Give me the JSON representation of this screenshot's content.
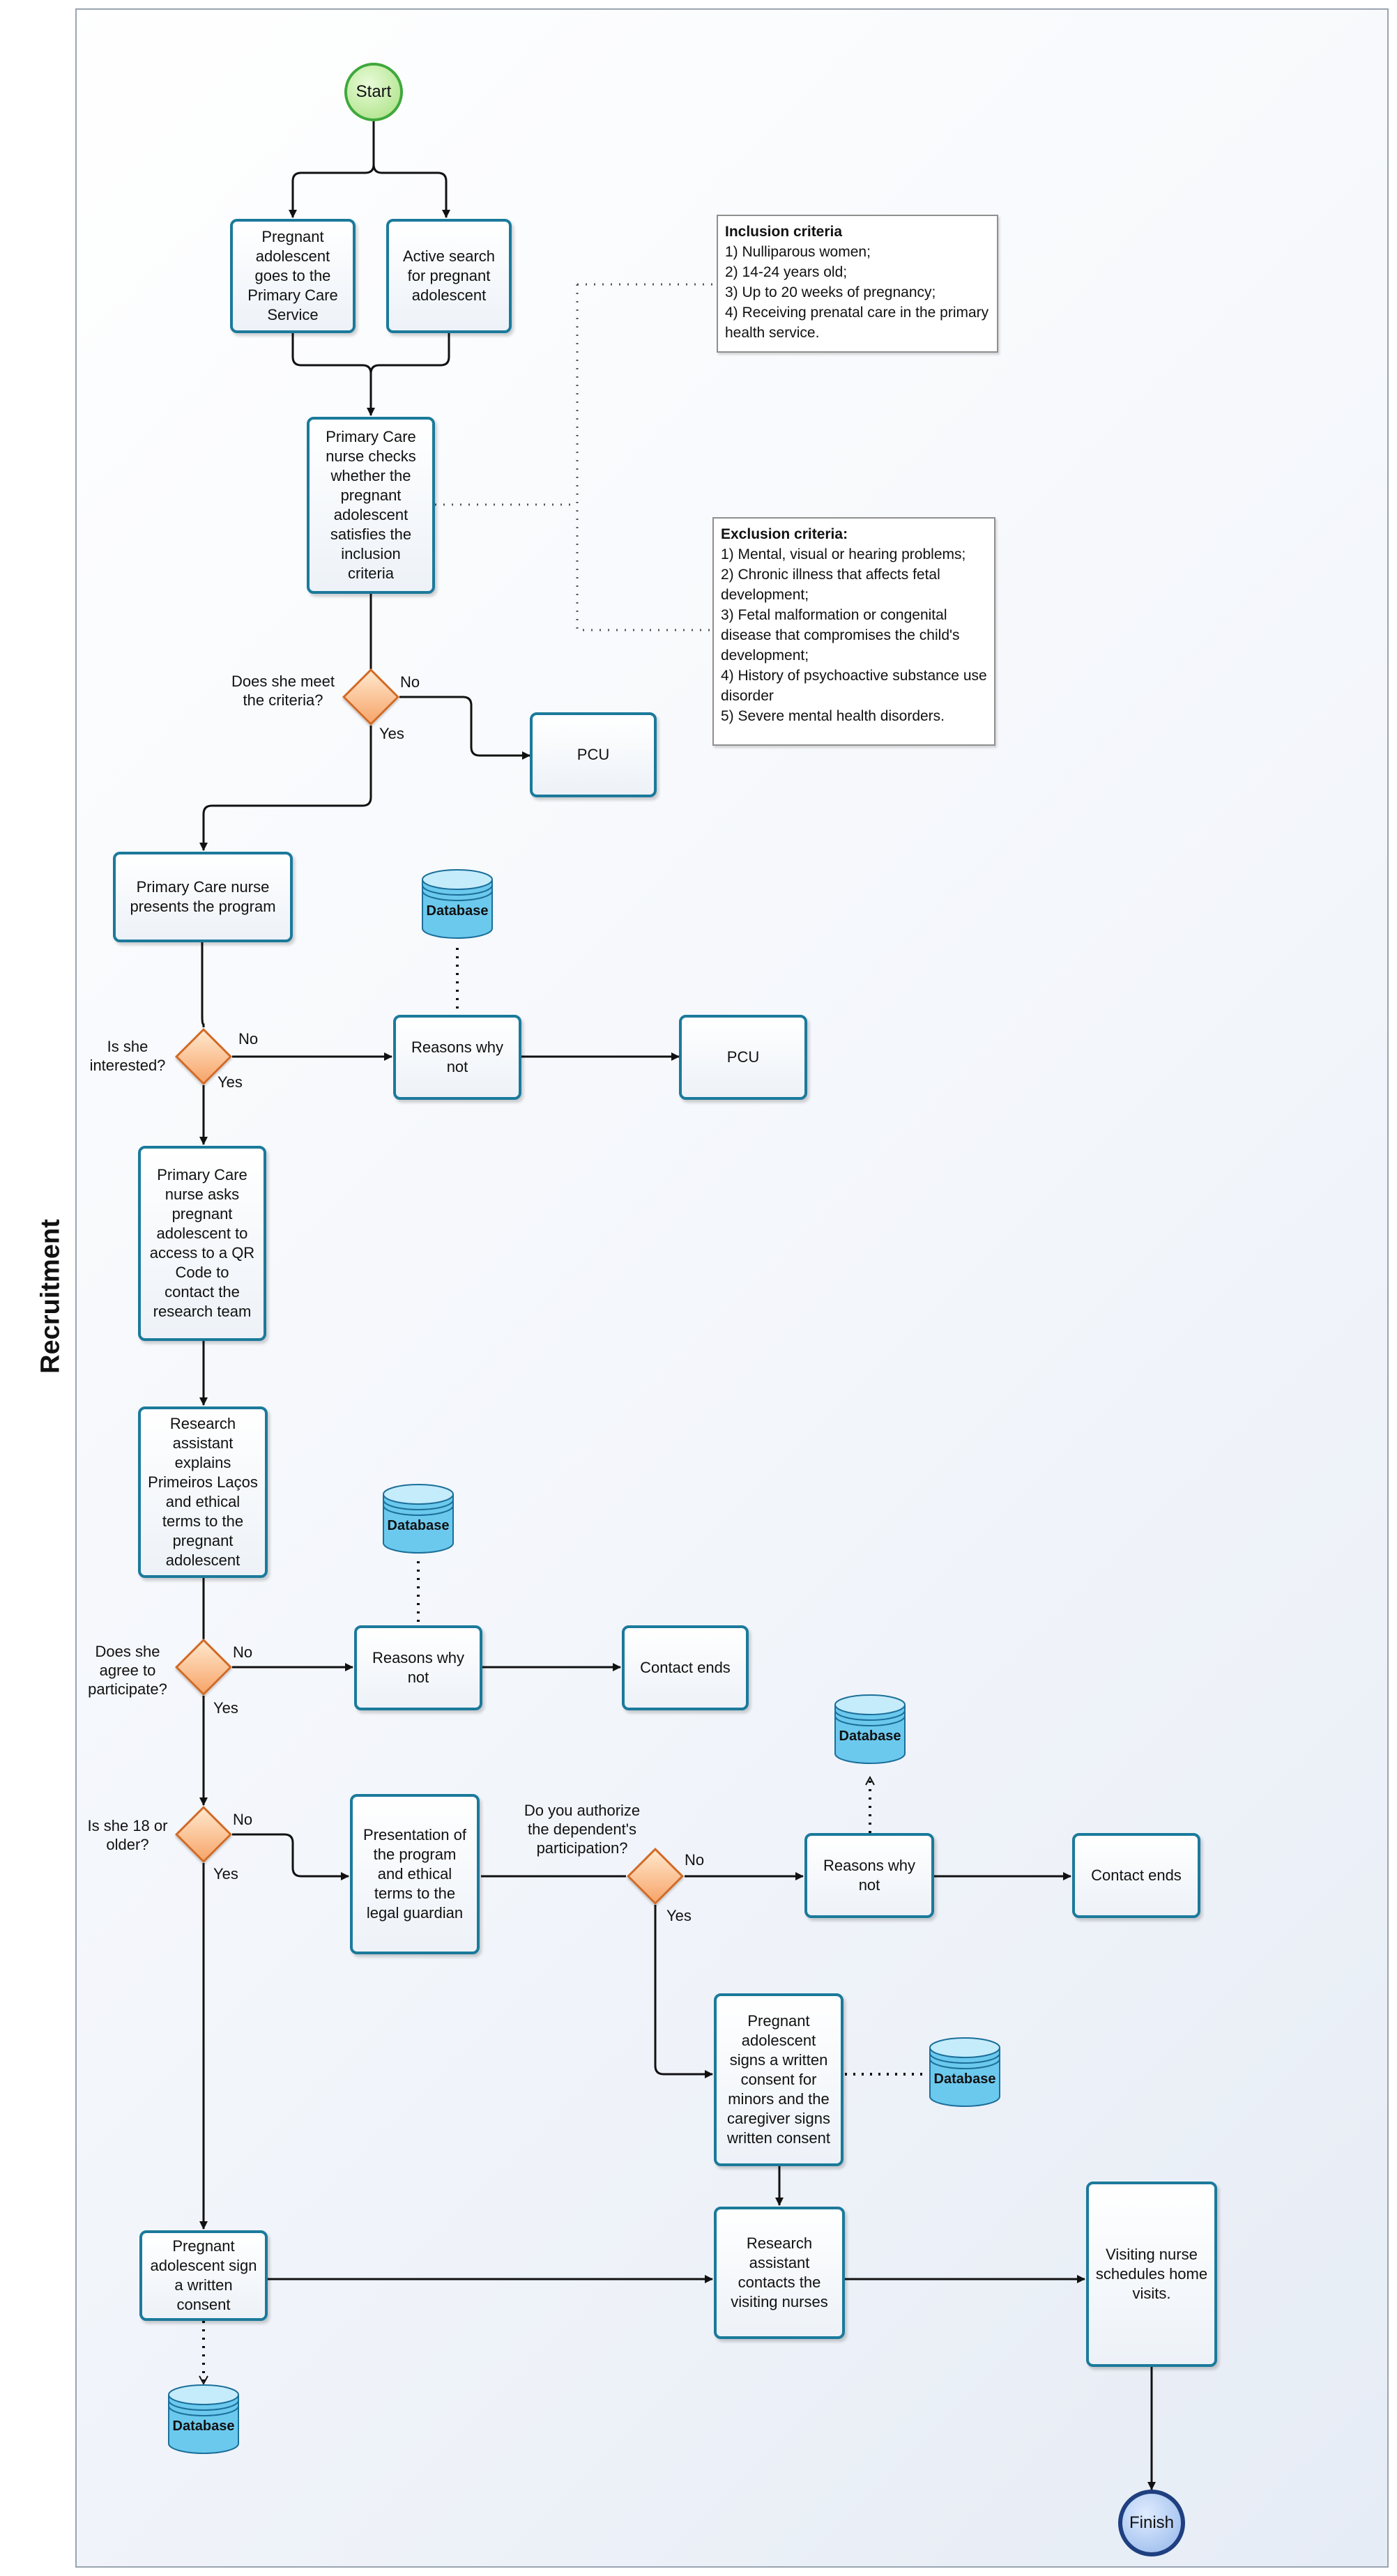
{
  "lane": {
    "title": "Recruitment"
  },
  "events": {
    "start": "Start",
    "finish": "Finish"
  },
  "tasks": {
    "goes_to_service": "Pregnant\nadolescent\ngoes to the\nPrimary Care\nService",
    "active_search": "Active search\nfor pregnant\nadolescent",
    "nurse_checks": "Primary Care\nnurse checks\nwhether the\npregnant\nadolescent\nsatisfies the\ninclusion\ncriteria",
    "pcu_1": "PCU",
    "presents_program": "Primary Care nurse\npresents the program",
    "reasons_1": "Reasons why\nnot",
    "pcu_2": "PCU",
    "nurse_asks_qr": "Primary Care\nnurse asks\npregnant\nadolescent to\naccess to a QR\nCode to\ncontact the\nresearch team",
    "assistant_explains": "Research\nassistant\nexplains\nPrimeiros Laços\nand ethical\nterms to the\npregnant\nadolescent",
    "reasons_2": "Reasons why\nnot",
    "contact_ends_1": "Contact ends",
    "guardian_presentation": "Presentation of\nthe program\nand ethical\nterms to the\nlegal guardian",
    "reasons_3": "Reasons why\nnot",
    "contact_ends_2": "Contact ends",
    "minor_consent": "Pregnant\nadolescent\nsigns a written\nconsent for\nminors and the\ncaregiver signs\nwritten consent",
    "adult_consent": "Pregnant\nadolescent sign\na written\nconsent",
    "contacts_nurses": "Research\nassistant\ncontacts the\nvisiting nurses",
    "schedules_visits": "Visiting nurse\nschedules home\nvisits."
  },
  "gateways": {
    "meet_criteria": "Does she meet\nthe criteria?",
    "interested": "Is she\ninterested?",
    "agree": "Does she\nagree to\nparticipate?",
    "adult": "Is she 18 or\nolder?",
    "authorize": "Do you authorize\nthe dependent's\nparticipation?"
  },
  "branch_labels": {
    "yes": "Yes",
    "no": "No"
  },
  "data_stores": {
    "label": "Database"
  },
  "inclusion_note": {
    "title": "Inclusion criteria",
    "items": [
      "1) Nulliparous women;",
      "2) 14-24 years old;",
      "3) Up to 20 weeks of pregnancy;",
      "4) Receiving prenatal care in the primary health service."
    ]
  },
  "exclusion_note": {
    "title": "Exclusion criteria:",
    "items": [
      "1) Mental, visual or hearing problems;",
      "2) Chronic illness that affects fetal development;",
      "3) Fetal malformation or congenital disease that compromises the child's development;",
      "4) History of psychoactive substance use disorder",
      "5) Severe mental health disorders."
    ]
  },
  "colors": {
    "task_border": "#1b7a9b",
    "gateway_border": "#d16a25",
    "gateway_fill": "#f7a56a",
    "start_border": "#3fa83c",
    "end_border": "#1f3f80",
    "database_fill": "#4fbde8"
  }
}
